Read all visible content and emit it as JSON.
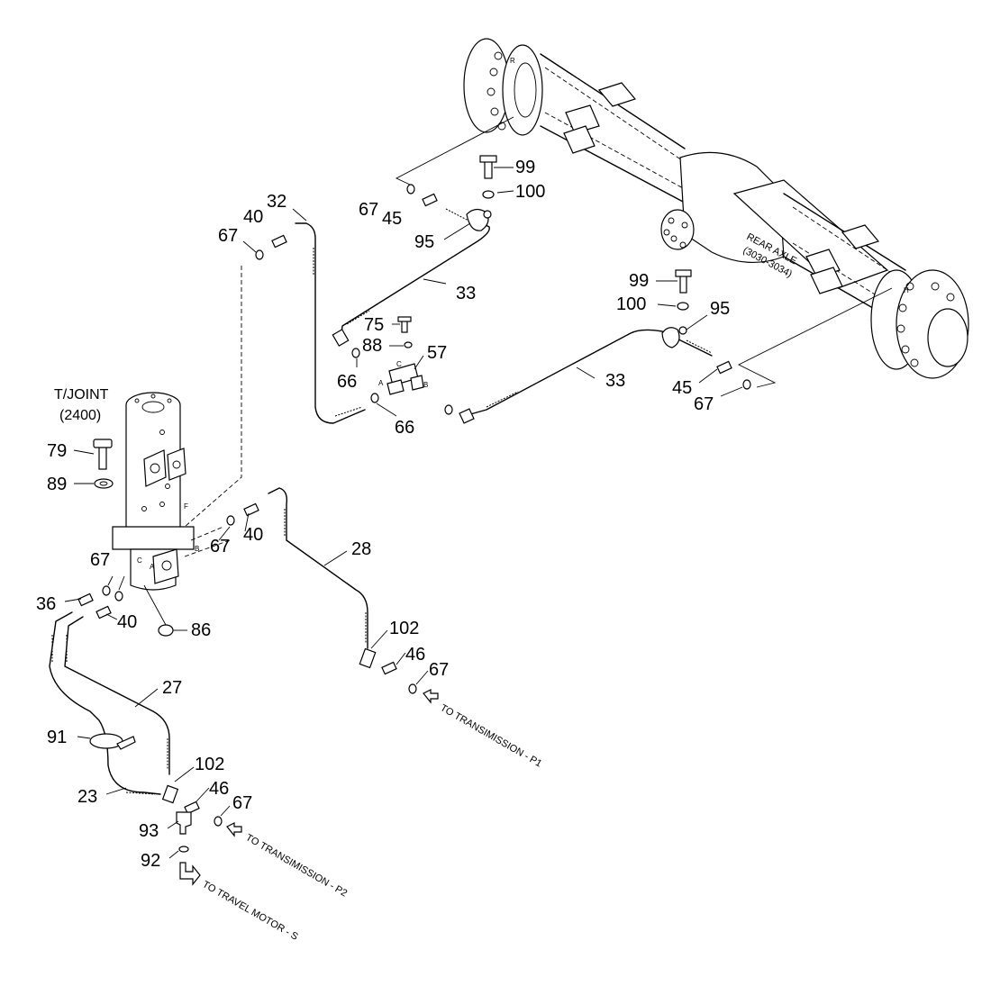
{
  "assembly": {
    "tjoint_label_line1": "T/JOINT",
    "tjoint_label_line2": "(2400)",
    "rear_axle_label_line1": "REAR AXLE",
    "rear_axle_label_line2": "(3030-3034)"
  },
  "callouts": {
    "c99_top": "99",
    "c100_top": "100",
    "c67_top": "67",
    "c45_top": "45",
    "c95_top": "95",
    "c32": "32",
    "c40_top": "40",
    "c67_left": "67",
    "c33_top": "33",
    "c75": "75",
    "c88": "88",
    "c57": "57",
    "c66_a": "66",
    "c66_b": "66",
    "c99_right": "99",
    "c100_right": "100",
    "c95_right": "95",
    "c33_right": "33",
    "c45_right": "45",
    "c67_right": "67",
    "c79": "79",
    "c89": "89",
    "c67_mid": "67",
    "c40_mid": "40",
    "c28": "28",
    "c67_low": "67",
    "c36": "36",
    "c40_low": "40",
    "c86": "86",
    "c102_a": "102",
    "c46_a": "46",
    "c67_p1": "67",
    "c27": "27",
    "c91": "91",
    "c102_b": "102",
    "c46_b": "46",
    "c67_p2": "67",
    "c23": "23",
    "c93": "93",
    "c92": "92"
  },
  "ports": {
    "pA": "A",
    "pB": "B",
    "pC": "C",
    "tjF": "F",
    "tjB": "B",
    "tjC": "C",
    "tjA": "A"
  },
  "destinations": {
    "p1": "TO TRANSIMISSION - P1",
    "p2": "TO TRANSIMISSION - P2",
    "s": "TO TRAVEL MOTOR - S"
  }
}
